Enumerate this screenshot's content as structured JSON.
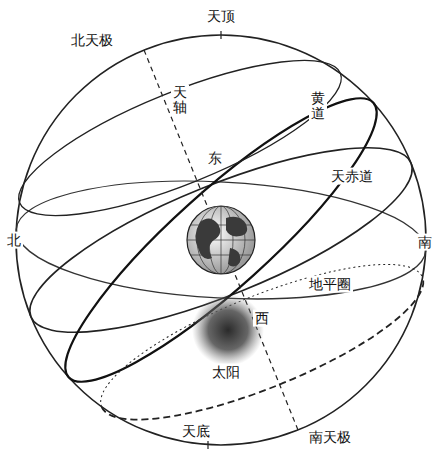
{
  "diagram": {
    "labels": [
      "北天极",
      "天顶",
      "天轴",
      "东",
      "黄道",
      "天赤道",
      "北",
      "南",
      "地平圈",
      "西",
      "太阳",
      "天底",
      "南天极"
    ]
  }
}
